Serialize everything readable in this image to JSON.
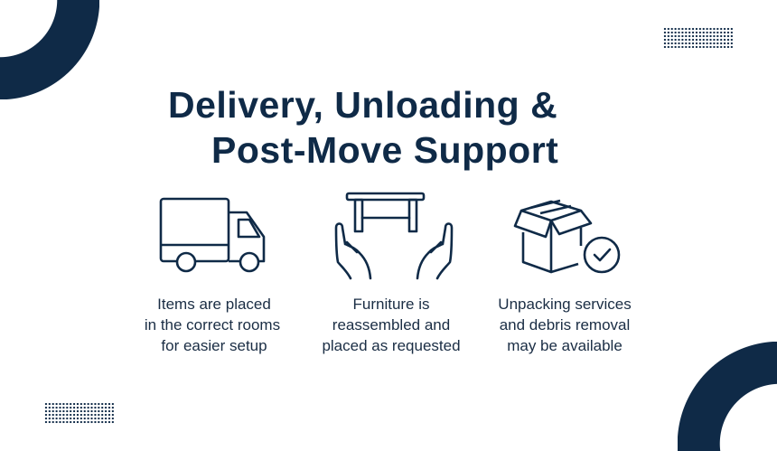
{
  "title": {
    "line1": "Delivery, Unloading &",
    "line2": "Post-Move Support"
  },
  "features": [
    {
      "icon": "truck-icon",
      "lines": [
        "Items are placed",
        "in the correct rooms",
        "for easier setup"
      ]
    },
    {
      "icon": "hands-table-icon",
      "lines": [
        "Furniture is",
        "reassembled and",
        "placed as requested"
      ]
    },
    {
      "icon": "box-check-icon",
      "lines": [
        "Unpacking services",
        "and debris removal",
        "may be available"
      ]
    }
  ],
  "colors": {
    "primary": "#0f2a47"
  }
}
